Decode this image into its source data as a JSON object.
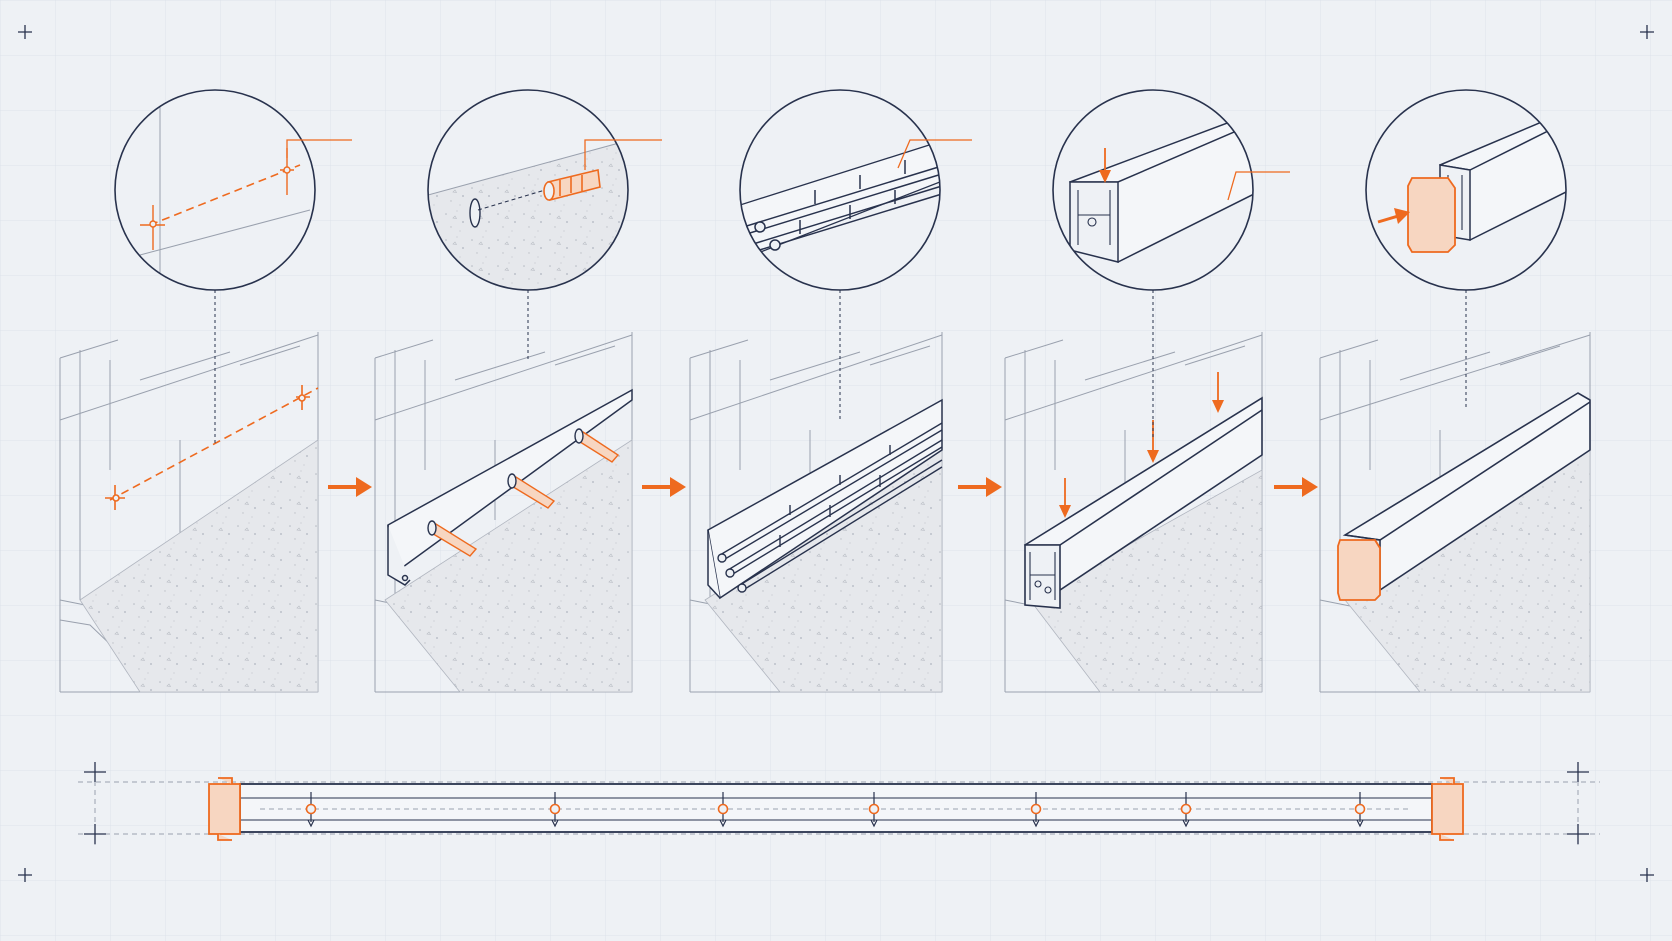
{
  "diagram": {
    "kind": "cable-trunking-installation-steps",
    "steps": [
      {
        "id": "mark",
        "icon": "mark-line-icon"
      },
      {
        "id": "anchor",
        "icon": "wall-plug-icon"
      },
      {
        "id": "cables",
        "icon": "cable-bundle-icon"
      },
      {
        "id": "cover",
        "icon": "cover-snap-icon"
      },
      {
        "id": "endcap",
        "icon": "end-cap-icon"
      }
    ],
    "colors": {
      "background": "#eef1f5",
      "grid": "#dde2ea",
      "ink": "#28324d",
      "pencil": "#9aa1ae",
      "accent": "#ee6a1f",
      "concrete": "#e7e9ec"
    },
    "strip": {
      "fixing_points": 7
    }
  }
}
